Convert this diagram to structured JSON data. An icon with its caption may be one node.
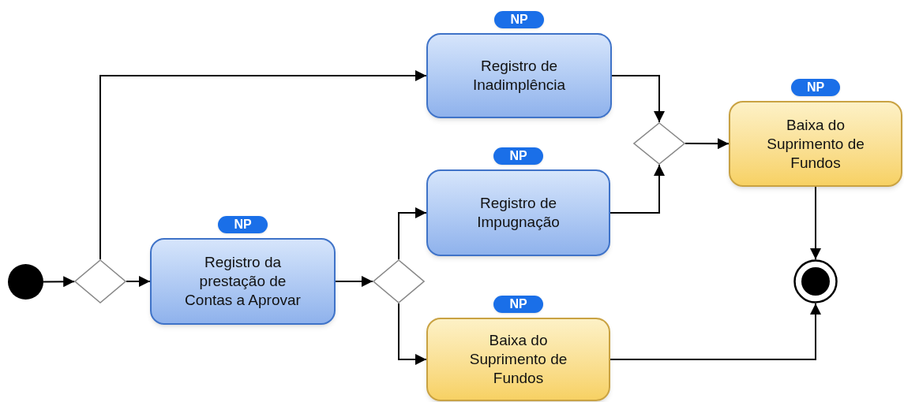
{
  "diagram": {
    "nodes": [
      {
        "text": [],
        "shape": "circle"
      },
      {
        "text": [],
        "shape": "diamond"
      },
      {
        "text": [
          "NP",
          "Registro da prestação de Contas a Aprovar"
        ]
      },
      {
        "text": [],
        "shape": "diamond"
      },
      {
        "text": [
          "NP",
          "Registro de Inadimplência"
        ]
      },
      {
        "text": [
          "NP",
          "Registro de Impugnação"
        ]
      },
      {
        "text": [
          "NP",
          "Baixa do Suprimento de Fundos"
        ]
      },
      {
        "text": [],
        "shape": "diamond"
      },
      {
        "text": [
          "NP",
          "Baixa do Suprimento de Fundos"
        ]
      },
      {
        "text": [],
        "shape": "circle"
      }
    ],
    "edges": [
      {
        "from": 0,
        "to": 1,
        "arrow": "to"
      },
      {
        "from": 1,
        "to": 2,
        "arrow": "to"
      },
      {
        "from": 1,
        "to": 4,
        "arrow": "to"
      },
      {
        "from": 2,
        "to": 3,
        "arrow": "to"
      },
      {
        "from": 3,
        "to": 5,
        "arrow": "to"
      },
      {
        "from": 3,
        "to": 6,
        "arrow": "to"
      },
      {
        "from": 4,
        "to": 7,
        "arrow": "to"
      },
      {
        "from": 5,
        "to": 7,
        "arrow": "to"
      },
      {
        "from": 7,
        "to": 8,
        "arrow": "to"
      },
      {
        "from": 8,
        "to": 9,
        "arrow": "to"
      },
      {
        "from": 6,
        "to": 9,
        "arrow": "to"
      }
    ]
  }
}
